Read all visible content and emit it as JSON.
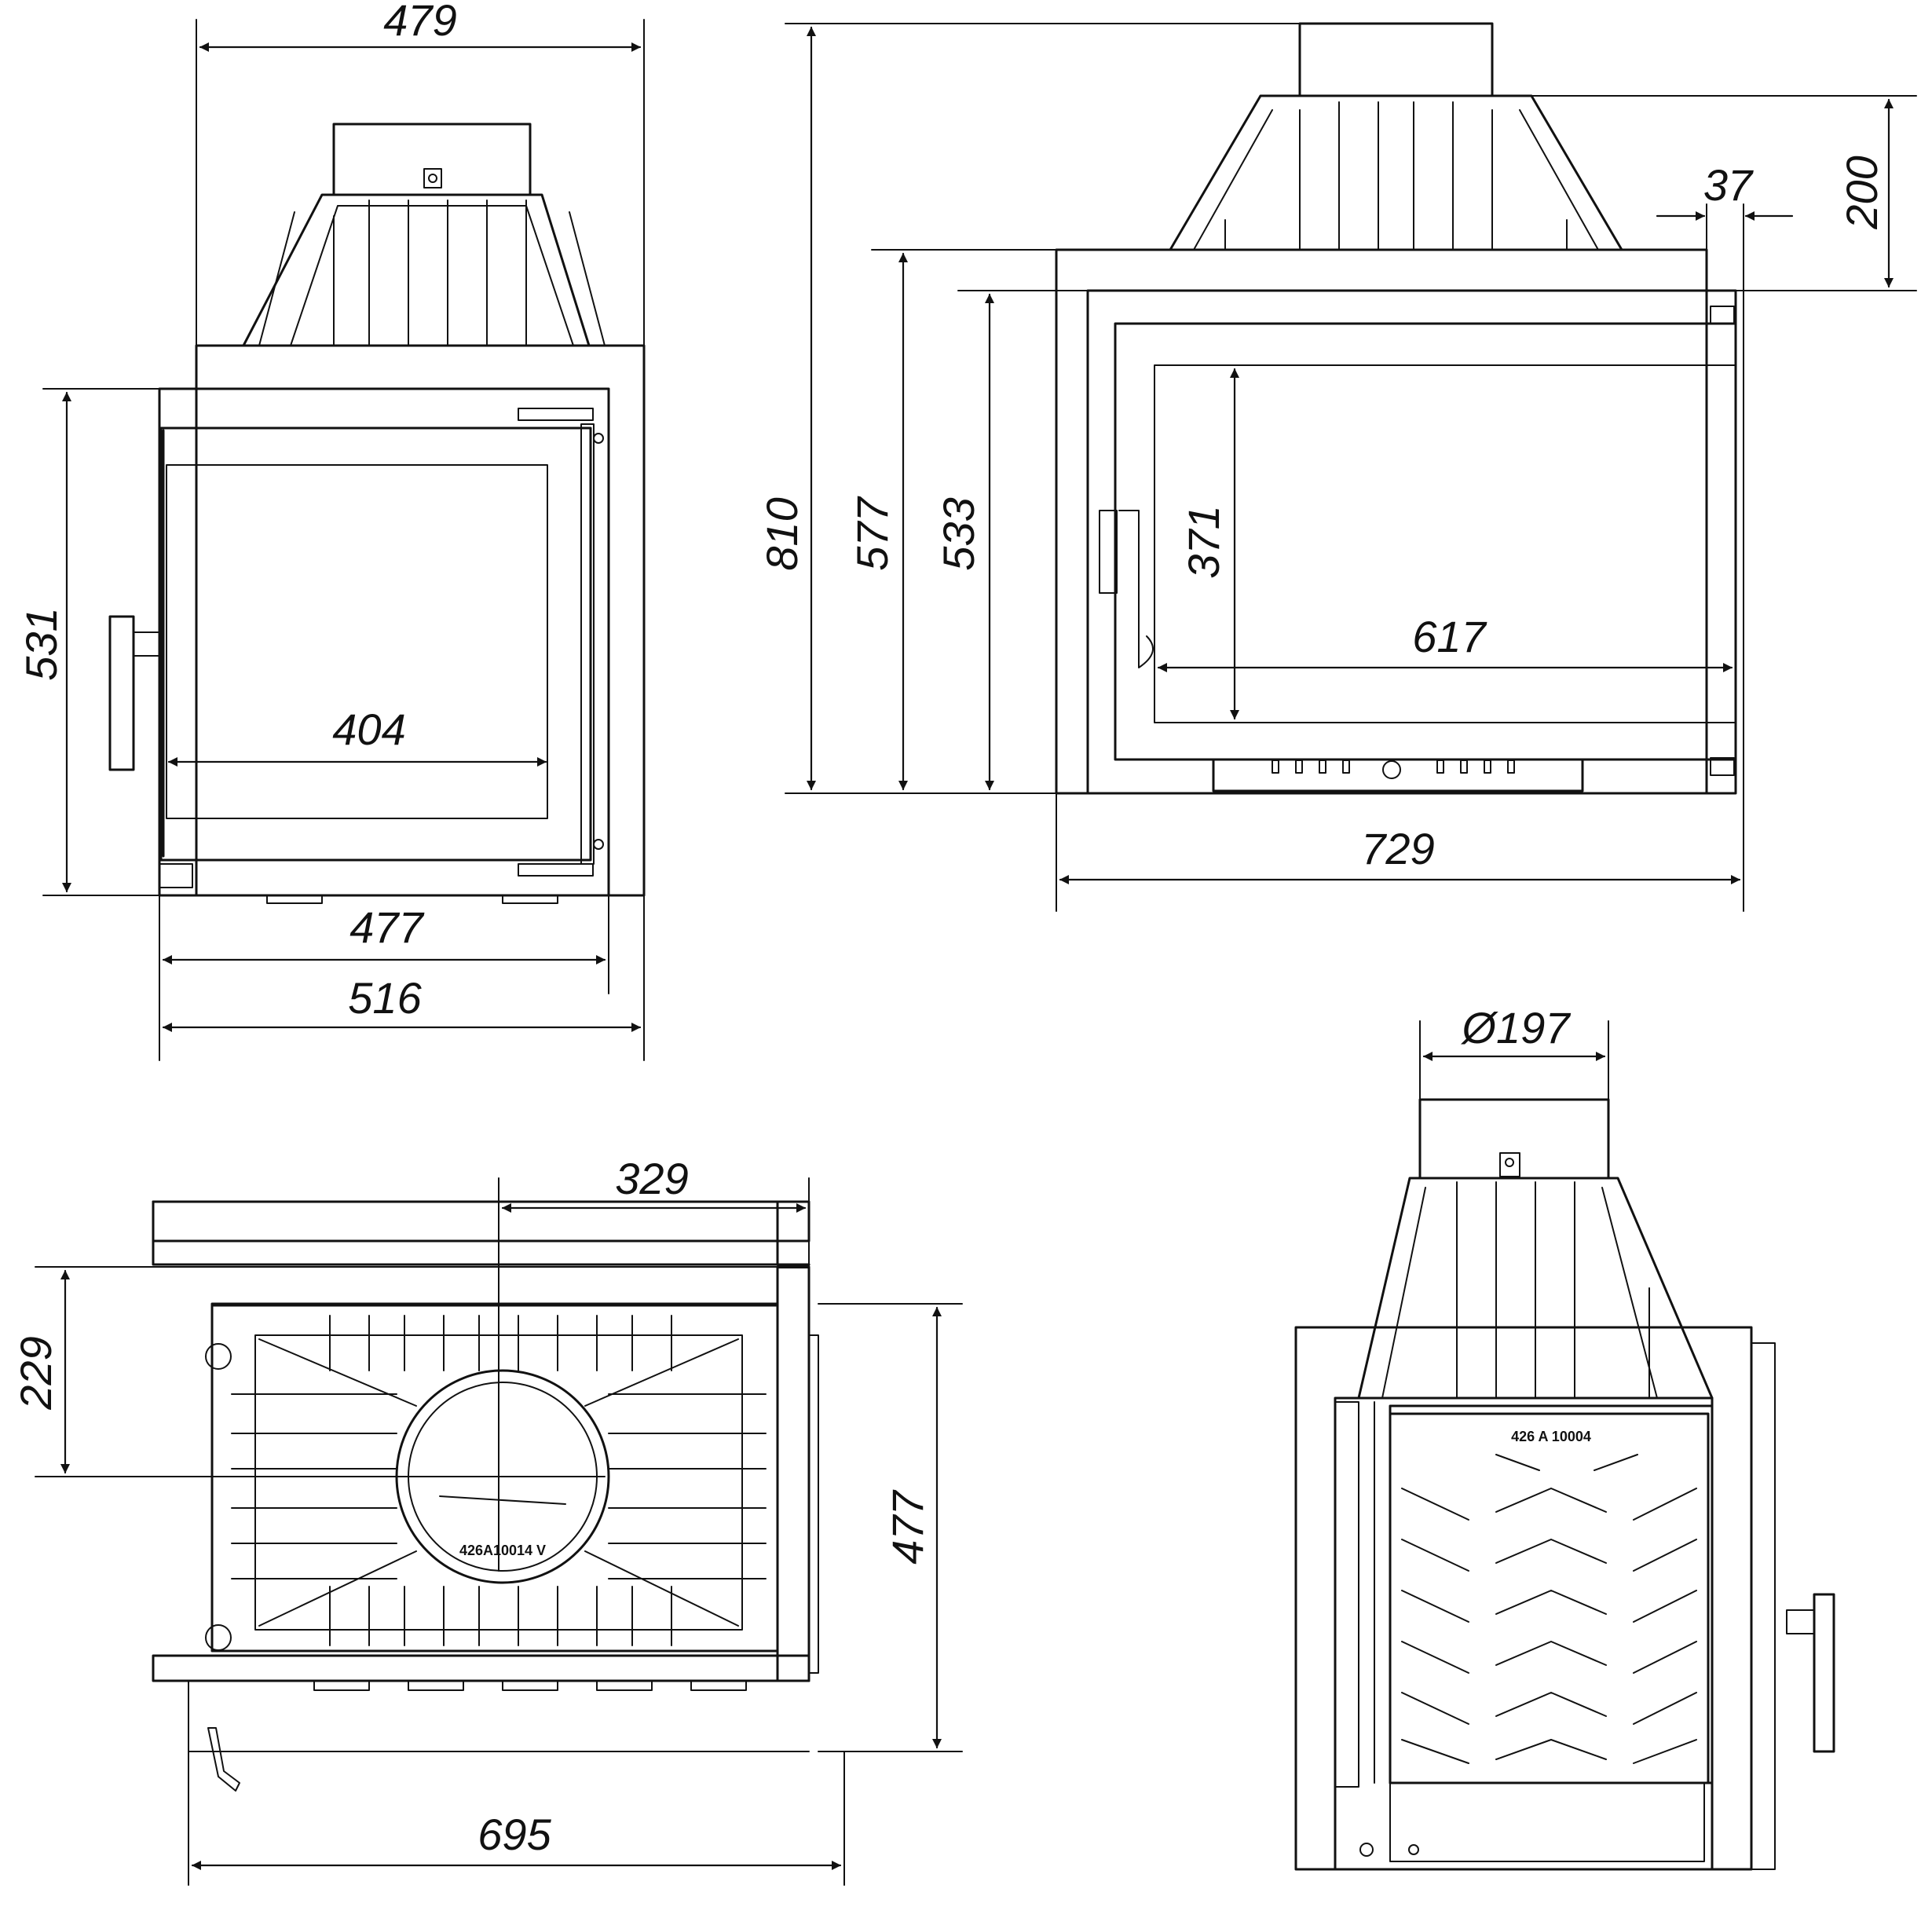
{
  "dimensions": {
    "front_top_width": "479",
    "front_height": "531",
    "front_glass_width": "404",
    "front_door_width": "477",
    "front_total_width": "516",
    "side_total_height": "810",
    "side_body_height": "577",
    "side_door_height": "533",
    "side_glass_height": "371",
    "side_glass_width": "617",
    "side_flange_depth": "37",
    "side_hood_height": "200",
    "side_total_width": "729",
    "top_flue_offset": "329",
    "top_flue_depth": "229",
    "top_total_depth": "477",
    "top_total_width": "695",
    "back_flue_diameter": "Ø197"
  },
  "part_codes": {
    "plan_collar": "426A10014 V",
    "back_plate": "426 A 10004"
  }
}
